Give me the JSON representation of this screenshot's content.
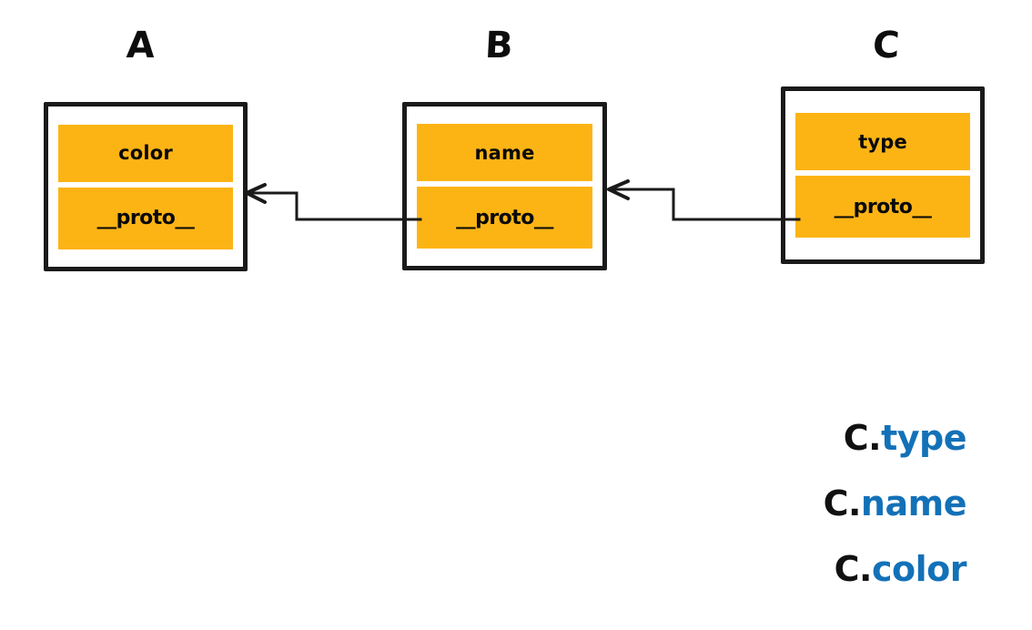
{
  "diagram": {
    "title_hidden": "",
    "colors": {
      "row_fill": "#FCB415",
      "border": "#1a1a1a",
      "text": "#0a0a0a",
      "accent_blue": "#1371B8",
      "background": "#ffffff"
    },
    "objects": [
      {
        "id": "a",
        "title": "A",
        "rows": [
          {
            "label": "color",
            "kind": "property"
          },
          {
            "label": "__proto__",
            "kind": "proto"
          }
        ]
      },
      {
        "id": "b",
        "title": "B",
        "rows": [
          {
            "label": "name",
            "kind": "property"
          },
          {
            "label": "__proto__",
            "kind": "proto"
          }
        ]
      },
      {
        "id": "c",
        "title": "C",
        "rows": [
          {
            "label": "type",
            "kind": "property"
          },
          {
            "label": "__proto__",
            "kind": "proto"
          }
        ]
      }
    ],
    "links": [
      {
        "id": "b-to-a",
        "from": "b.__proto__",
        "to": "a",
        "arrow": "left"
      },
      {
        "id": "c-to-b",
        "from": "c.__proto__",
        "to": "b",
        "arrow": "left"
      }
    ]
  },
  "expressions": [
    {
      "object": "C.",
      "property": "type"
    },
    {
      "object": "C.",
      "property": "name"
    },
    {
      "object": "C.",
      "property": "color"
    }
  ]
}
